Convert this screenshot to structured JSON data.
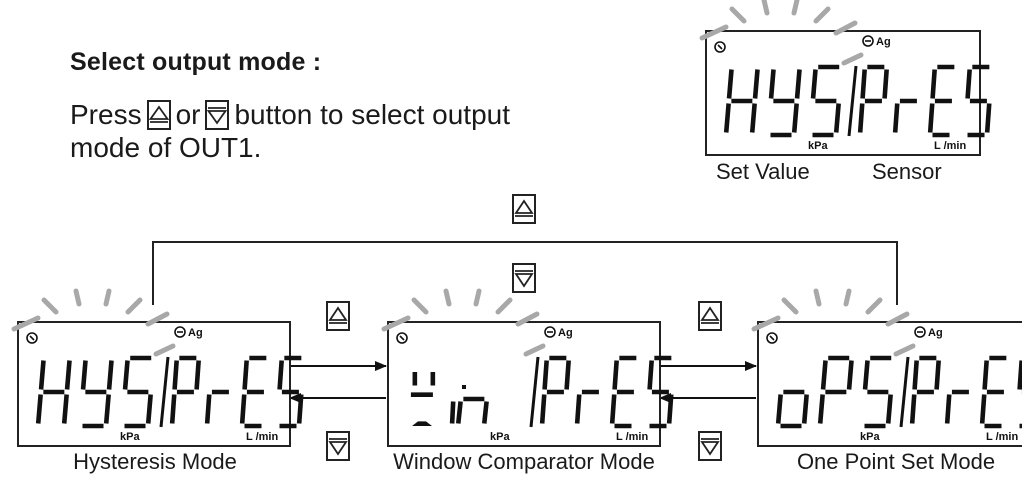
{
  "heading": "Select output mode :",
  "instruction": {
    "part1": "Press",
    "or_word": "or",
    "part2": "button to select output",
    "line2": "mode of OUT1."
  },
  "display_units": {
    "left": "kPa",
    "right": "L /min",
    "mode_icon": "Ag"
  },
  "top_display": {
    "left_text": "HYS",
    "right_text": "PrES",
    "left_caption": "Set Value",
    "right_caption": "Sensor"
  },
  "modes": [
    {
      "left_text": "HYS",
      "right_text": "PrES",
      "caption": "Hysteresis Mode"
    },
    {
      "left_text": "Win",
      "right_text": "PrES",
      "caption": "Window Comparator Mode"
    },
    {
      "left_text": "oPS",
      "right_text": "PrES",
      "caption": "One Point Set Mode"
    }
  ],
  "icons": {
    "up_button": "up-triangle-button-icon",
    "down_button": "down-triangle-button-icon",
    "blink": "blink-rays-icon"
  }
}
